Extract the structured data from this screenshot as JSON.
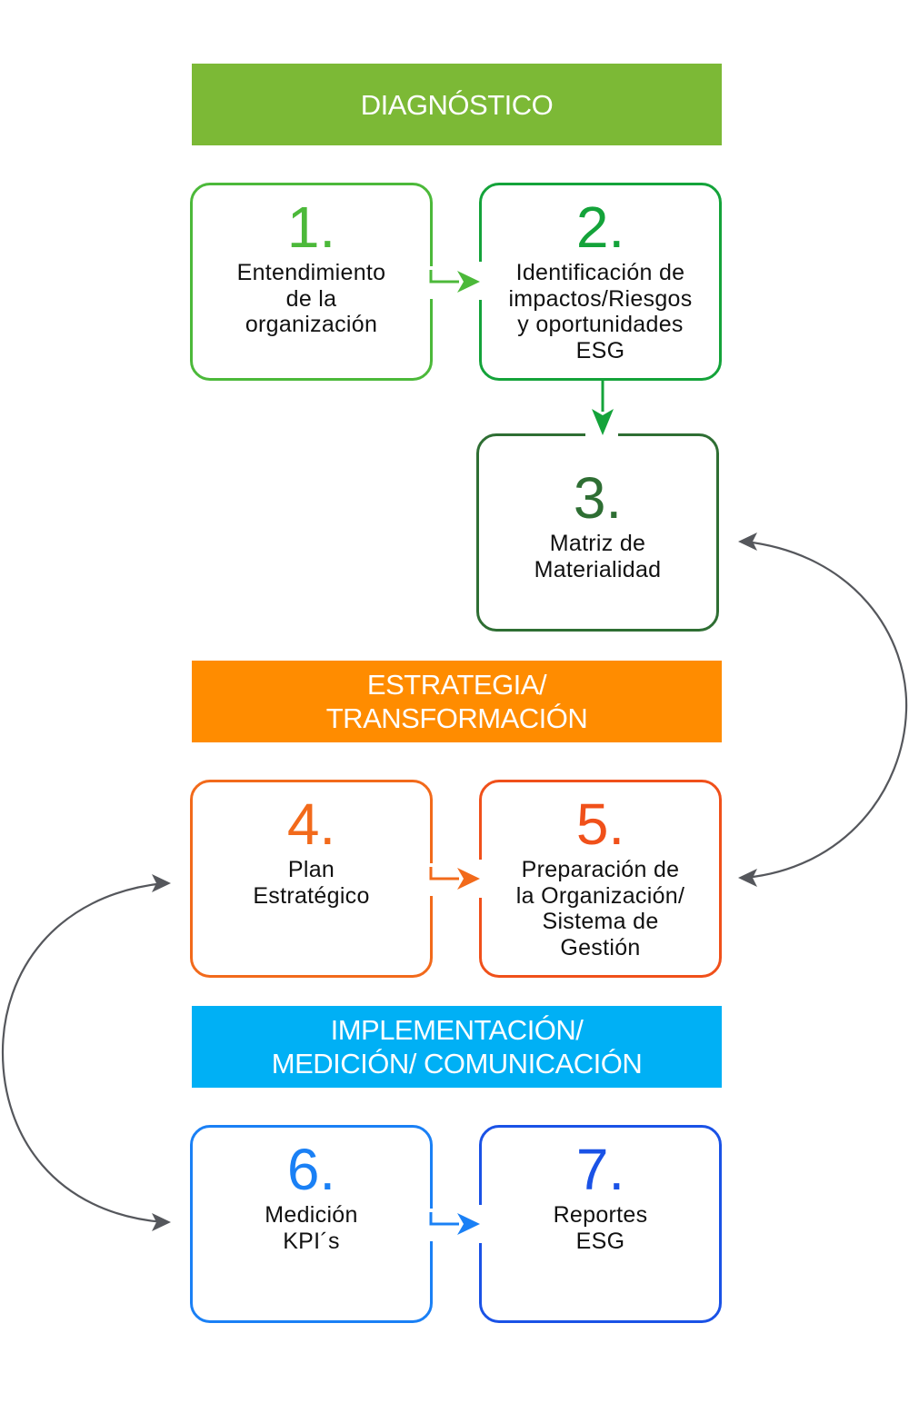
{
  "colors": {
    "diagnostico": "#7cb936",
    "estrategia": "#ff8c00",
    "implementacion": "#00b0f5",
    "step1": "#4cb93a",
    "step2": "#14a33a",
    "step3": "#2e6e33",
    "step4": "#f26a1b",
    "step5": "#f0501a",
    "step6": "#1a80f5",
    "step7": "#1a52e6",
    "cycle_arrow": "#55575c"
  },
  "phases": [
    {
      "title": "DIAGNÓSTICO"
    },
    {
      "title": "ESTRATEGIA/\nTRANSFORMACIÓN"
    },
    {
      "title": "IMPLEMENTACIÓN/\nMEDICIÓN/ COMUNICACIÓN"
    }
  ],
  "steps": [
    {
      "number": "1.",
      "label": "Entendimiento\nde la\norganización"
    },
    {
      "number": "2.",
      "label": "Identificación de\nimpactos/Riesgos\ny oportunidades\nESG"
    },
    {
      "number": "3.",
      "label": "Matriz de\nMaterialidad"
    },
    {
      "number": "4.",
      "label": "Plan\nEstratégico"
    },
    {
      "number": "5.",
      "label": "Preparación de\nla Organización/\nSistema de\nGestión"
    },
    {
      "number": "6.",
      "label": "Medición\nKPI´s"
    },
    {
      "number": "7.",
      "label": "Reportes\nESG"
    }
  ],
  "connections": [
    {
      "from": "1",
      "to": "2",
      "type": "arrow"
    },
    {
      "from": "2",
      "to": "3",
      "type": "arrow"
    },
    {
      "from": "4",
      "to": "5",
      "type": "arrow"
    },
    {
      "from": "6",
      "to": "7",
      "type": "arrow"
    },
    {
      "from": "3",
      "to": "5",
      "type": "bidirectional-curve"
    },
    {
      "from": "4",
      "to": "6",
      "type": "bidirectional-curve"
    }
  ]
}
